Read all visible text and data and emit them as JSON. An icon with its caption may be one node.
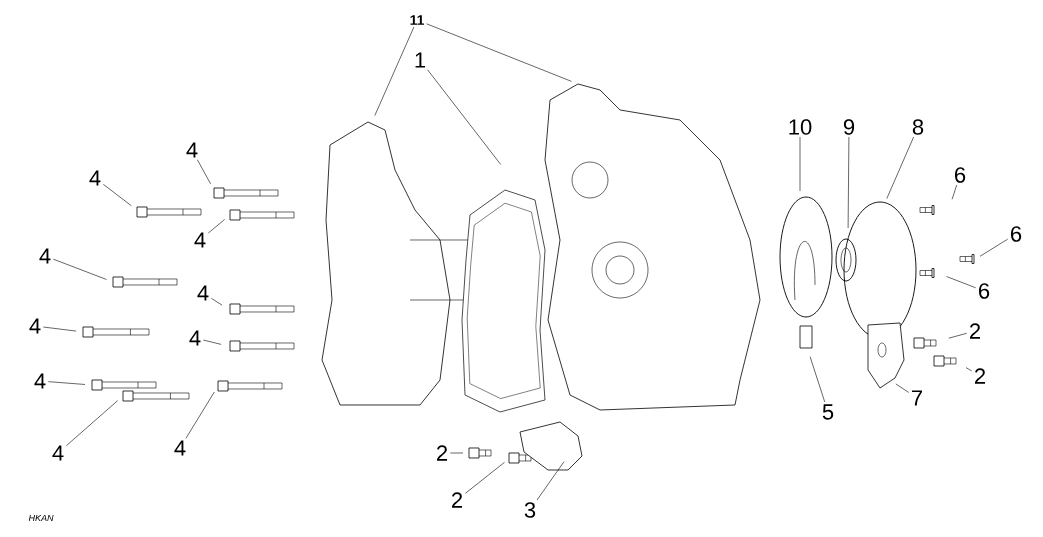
{
  "diagram": {
    "nodes": [
      {
        "text": [
          "11"
        ]
      },
      {
        "text": [
          "1"
        ]
      },
      {
        "text": [
          "4"
        ]
      },
      {
        "text": [
          "4"
        ]
      },
      {
        "text": [
          "4"
        ]
      },
      {
        "text": [
          "4"
        ]
      },
      {
        "text": [
          "4"
        ]
      },
      {
        "text": [
          "4"
        ]
      },
      {
        "text": [
          "4"
        ]
      },
      {
        "text": [
          "4"
        ]
      },
      {
        "text": [
          "4"
        ]
      },
      {
        "text": [
          "4"
        ]
      },
      {
        "text": [
          "10"
        ]
      },
      {
        "text": [
          "9"
        ]
      },
      {
        "text": [
          "8"
        ]
      },
      {
        "text": [
          "6"
        ]
      },
      {
        "text": [
          "6"
        ]
      },
      {
        "text": [
          "6"
        ]
      },
      {
        "text": [
          "2"
        ]
      },
      {
        "text": [
          "2"
        ]
      },
      {
        "text": [
          "7"
        ]
      },
      {
        "text": [
          "5"
        ]
      },
      {
        "text": [
          "2"
        ]
      },
      {
        "text": [
          "2"
        ]
      },
      {
        "text": [
          "3"
        ]
      }
    ],
    "edges": [
      {
        "from": 0,
        "to": null,
        "arrow": "none"
      },
      {
        "from": 0,
        "to": null,
        "arrow": "none"
      },
      {
        "from": 1,
        "to": null,
        "arrow": "none"
      },
      {
        "from": 2,
        "to": null,
        "arrow": "none"
      },
      {
        "from": 3,
        "to": null,
        "arrow": "none"
      },
      {
        "from": 4,
        "to": null,
        "arrow": "none"
      },
      {
        "from": 5,
        "to": null,
        "arrow": "none"
      },
      {
        "from": 6,
        "to": null,
        "arrow": "none"
      },
      {
        "from": 7,
        "to": null,
        "arrow": "none"
      },
      {
        "from": 8,
        "to": null,
        "arrow": "none"
      },
      {
        "from": 9,
        "to": null,
        "arrow": "none"
      },
      {
        "from": 10,
        "to": null,
        "arrow": "none"
      },
      {
        "from": 11,
        "to": null,
        "arrow": "none"
      },
      {
        "from": 12,
        "to": null,
        "arrow": "none"
      },
      {
        "from": 13,
        "to": null,
        "arrow": "none"
      },
      {
        "from": 14,
        "to": null,
        "arrow": "none"
      },
      {
        "from": 15,
        "to": null,
        "arrow": "none"
      },
      {
        "from": 16,
        "to": null,
        "arrow": "none"
      },
      {
        "from": 17,
        "to": null,
        "arrow": "none"
      },
      {
        "from": 18,
        "to": null,
        "arrow": "none"
      },
      {
        "from": 19,
        "to": null,
        "arrow": "none"
      },
      {
        "from": 20,
        "to": null,
        "arrow": "none"
      },
      {
        "from": 21,
        "to": null,
        "arrow": "none"
      },
      {
        "from": 22,
        "to": null,
        "arrow": "none"
      },
      {
        "from": 23,
        "to": null,
        "arrow": "none"
      },
      {
        "from": 24,
        "to": null,
        "arrow": "none"
      }
    ],
    "labels": [
      "HKAN"
    ]
  }
}
